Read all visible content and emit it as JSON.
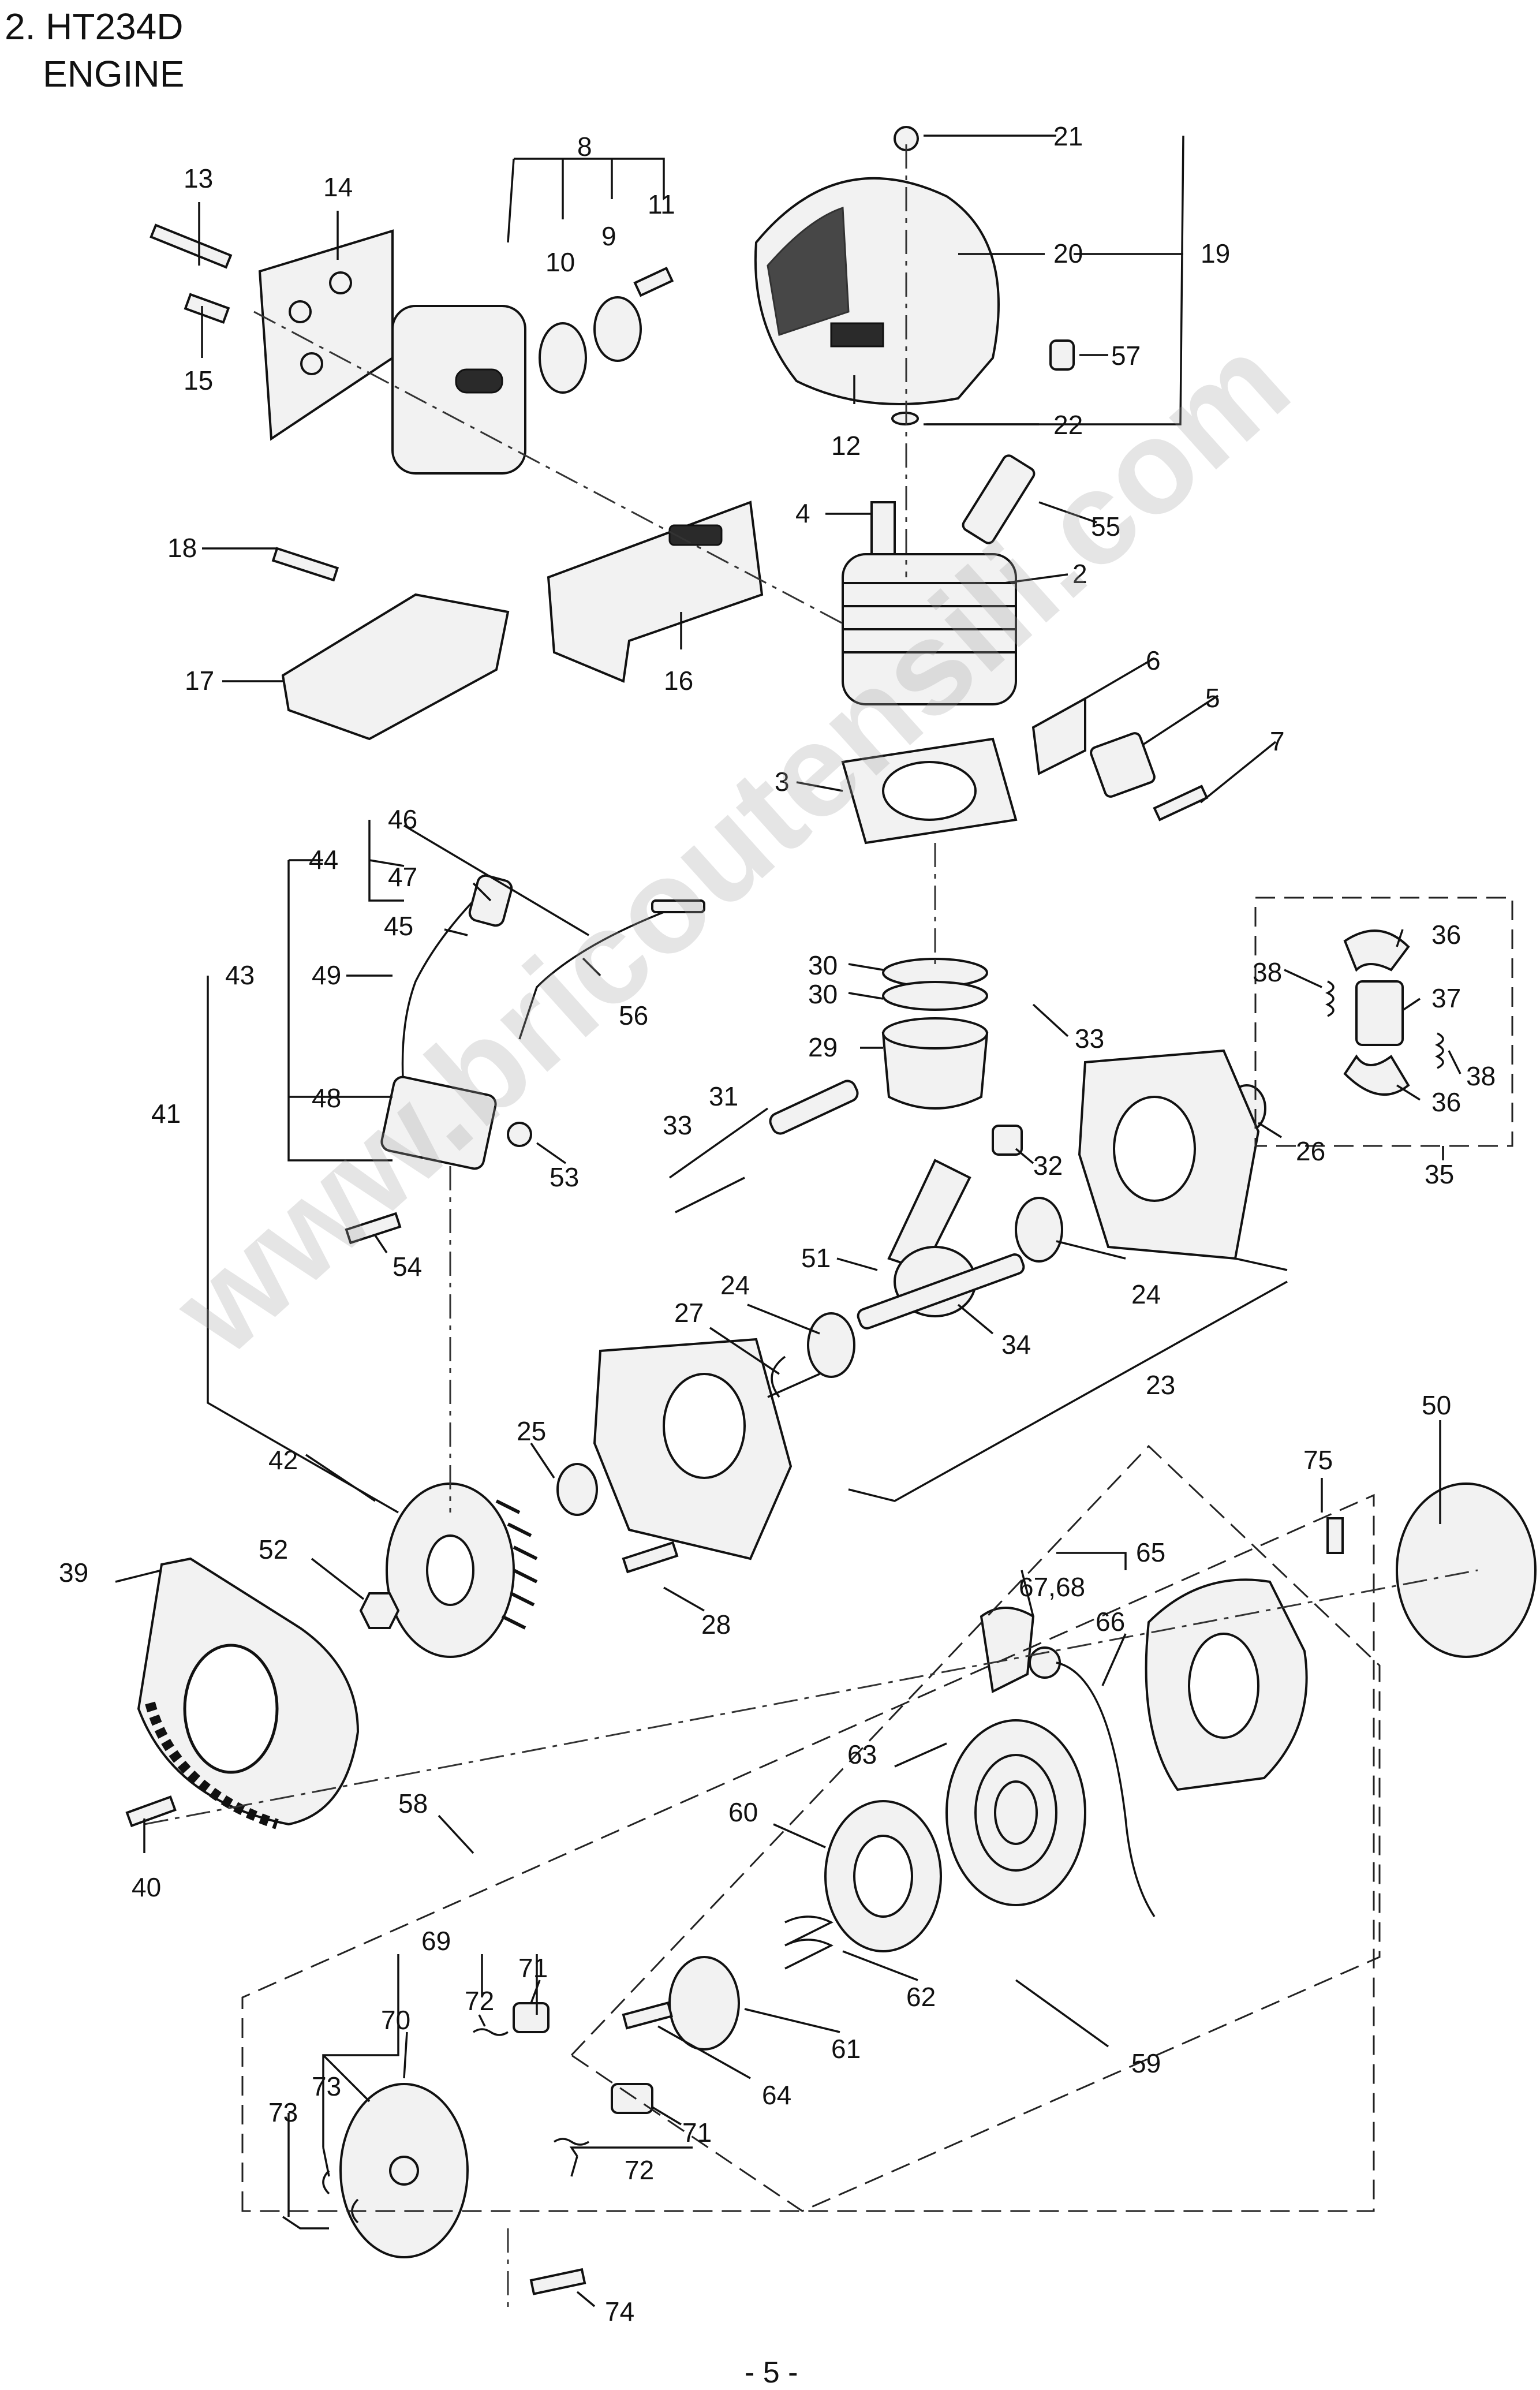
{
  "header": {
    "line1": "2. HT234D",
    "line2": "ENGINE"
  },
  "watermark": "www.bricoutensili.com",
  "page_number": "- 5 -",
  "callouts": [
    {
      "id": "c13",
      "label": "13"
    },
    {
      "id": "c14",
      "label": "14"
    },
    {
      "id": "c15",
      "label": "15"
    },
    {
      "id": "c8",
      "label": "8"
    },
    {
      "id": "c10",
      "label": "10"
    },
    {
      "id": "c9",
      "label": "9"
    },
    {
      "id": "c11",
      "label": "11"
    },
    {
      "id": "c21",
      "label": "21"
    },
    {
      "id": "c20",
      "label": "20"
    },
    {
      "id": "c19",
      "label": "19"
    },
    {
      "id": "c57",
      "label": "57"
    },
    {
      "id": "c12",
      "label": "12"
    },
    {
      "id": "c22",
      "label": "22"
    },
    {
      "id": "c18",
      "label": "18"
    },
    {
      "id": "c17",
      "label": "17"
    },
    {
      "id": "c16",
      "label": "16"
    },
    {
      "id": "c4",
      "label": "4"
    },
    {
      "id": "c55",
      "label": "55"
    },
    {
      "id": "c2",
      "label": "2"
    },
    {
      "id": "c6",
      "label": "6"
    },
    {
      "id": "c5",
      "label": "5"
    },
    {
      "id": "c7",
      "label": "7"
    },
    {
      "id": "c3",
      "label": "3"
    },
    {
      "id": "c46",
      "label": "46"
    },
    {
      "id": "c44",
      "label": "44"
    },
    {
      "id": "c47",
      "label": "47"
    },
    {
      "id": "c45",
      "label": "45"
    },
    {
      "id": "c43",
      "label": "43"
    },
    {
      "id": "c49",
      "label": "49"
    },
    {
      "id": "c56",
      "label": "56"
    },
    {
      "id": "c41",
      "label": "41"
    },
    {
      "id": "c48",
      "label": "48"
    },
    {
      "id": "c53",
      "label": "53"
    },
    {
      "id": "c54",
      "label": "54"
    },
    {
      "id": "c30a",
      "label": "30"
    },
    {
      "id": "c30b",
      "label": "30"
    },
    {
      "id": "c29",
      "label": "29"
    },
    {
      "id": "c33a",
      "label": "33"
    },
    {
      "id": "c31",
      "label": "31"
    },
    {
      "id": "c33b",
      "label": "33"
    },
    {
      "id": "c32",
      "label": "32"
    },
    {
      "id": "c36a",
      "label": "36"
    },
    {
      "id": "c38a",
      "label": "38"
    },
    {
      "id": "c37",
      "label": "37"
    },
    {
      "id": "c38b",
      "label": "38"
    },
    {
      "id": "c36b",
      "label": "36"
    },
    {
      "id": "c35",
      "label": "35"
    },
    {
      "id": "c26",
      "label": "26"
    },
    {
      "id": "c51",
      "label": "51"
    },
    {
      "id": "c24a",
      "label": "24"
    },
    {
      "id": "c24b",
      "label": "24"
    },
    {
      "id": "c27",
      "label": "27"
    },
    {
      "id": "c34",
      "label": "34"
    },
    {
      "id": "c23",
      "label": "23"
    },
    {
      "id": "c42",
      "label": "42"
    },
    {
      "id": "c25",
      "label": "25"
    },
    {
      "id": "c50",
      "label": "50"
    },
    {
      "id": "c75",
      "label": "75"
    },
    {
      "id": "c39",
      "label": "39"
    },
    {
      "id": "c52",
      "label": "52"
    },
    {
      "id": "c28",
      "label": "28"
    },
    {
      "id": "c6768",
      "label": "67,68"
    },
    {
      "id": "c65",
      "label": "65"
    },
    {
      "id": "c66",
      "label": "66"
    },
    {
      "id": "c40",
      "label": "40"
    },
    {
      "id": "c63",
      "label": "63"
    },
    {
      "id": "c58",
      "label": "58"
    },
    {
      "id": "c60",
      "label": "60"
    },
    {
      "id": "c69",
      "label": "69"
    },
    {
      "id": "c71a",
      "label": "71"
    },
    {
      "id": "c72a",
      "label": "72"
    },
    {
      "id": "c70",
      "label": "70"
    },
    {
      "id": "c62",
      "label": "62"
    },
    {
      "id": "c61",
      "label": "61"
    },
    {
      "id": "c64",
      "label": "64"
    },
    {
      "id": "c59",
      "label": "59"
    },
    {
      "id": "c73a",
      "label": "73"
    },
    {
      "id": "c73b",
      "label": "73"
    },
    {
      "id": "c71b",
      "label": "71"
    },
    {
      "id": "c72b",
      "label": "72"
    },
    {
      "id": "c74",
      "label": "74"
    }
  ]
}
